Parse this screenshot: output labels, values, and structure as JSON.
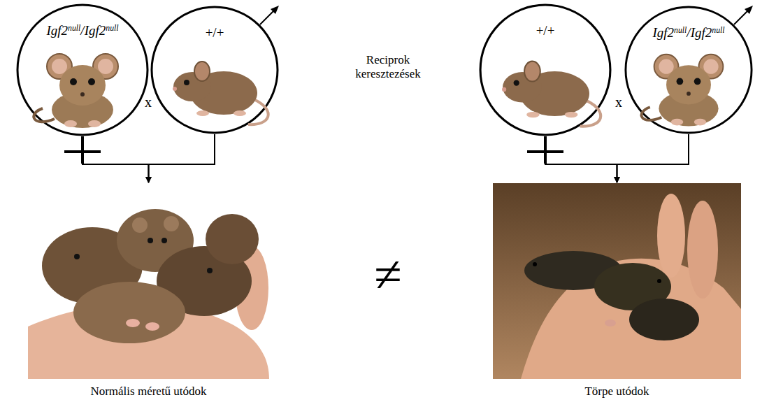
{
  "diagram": {
    "nodes": [
      {
        "text": [
          "Igf2null/Igf2null"
        ]
      },
      {
        "text": [
          "+/+"
        ]
      },
      {
        "text": [
          "+/+"
        ]
      },
      {
        "text": [
          "Igf2null/Igf2null"
        ]
      },
      {
        "text": [
          "Normális méretű utódok"
        ]
      },
      {
        "text": [
          "Törpe utódok"
        ]
      }
    ],
    "edges": [
      {
        "from": 0,
        "to": 4,
        "arrow": "to"
      },
      {
        "from": 1,
        "to": 4,
        "arrow": "to"
      },
      {
        "from": 2,
        "to": 5,
        "arrow": "to"
      },
      {
        "from": 3,
        "to": 5,
        "arrow": "to"
      }
    ],
    "labels": [
      "x",
      "x",
      "Reciprok keresztezések",
      "≠"
    ]
  }
}
